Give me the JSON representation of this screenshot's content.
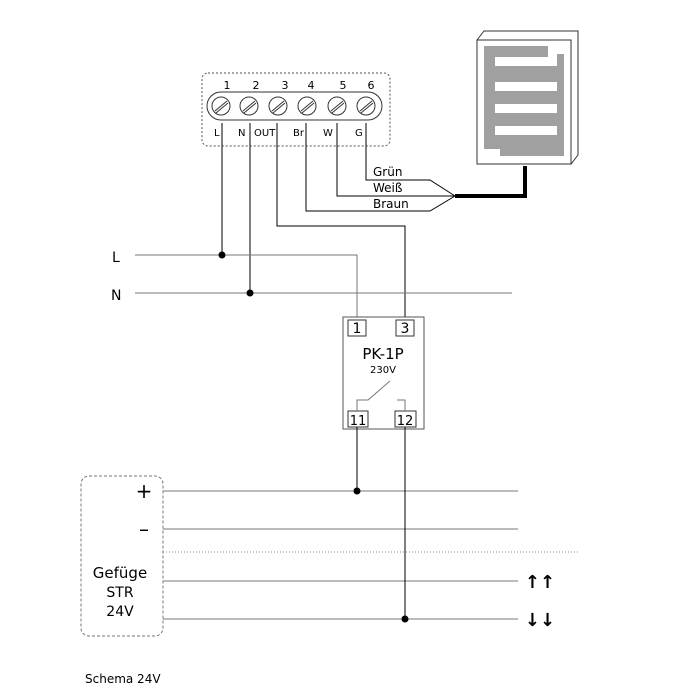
{
  "terminal_block": {
    "numbers": [
      "1",
      "2",
      "3",
      "4",
      "5",
      "6"
    ],
    "labels": [
      "L",
      "N",
      "OUT",
      "Br",
      "W",
      "G"
    ]
  },
  "sensor_wires": {
    "labels": [
      "Grün",
      "Weiß",
      "Braun"
    ]
  },
  "mains": {
    "line_label": "L",
    "neutral_label": "N"
  },
  "relay": {
    "name": "PK-1P",
    "voltage": "230V",
    "pins": [
      "1",
      "3",
      "11",
      "12"
    ]
  },
  "controller": {
    "name": "Gefüge",
    "model": "STR",
    "voltage": "24V",
    "plus": "+",
    "minus": "–"
  },
  "outputs": {
    "up_symbol": "↑↑",
    "down_symbol": "↓↓"
  },
  "caption": "Schema 24V"
}
